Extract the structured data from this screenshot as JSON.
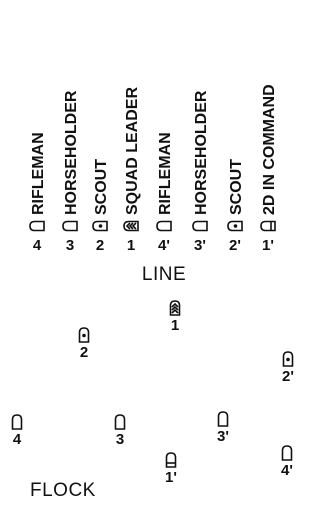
{
  "line": {
    "title": "LINE",
    "members": [
      {
        "num": "4",
        "label": "RIFLEMAN",
        "symbol": "rifleman"
      },
      {
        "num": "3",
        "label": "HORSEHOLDER",
        "symbol": "horseholder"
      },
      {
        "num": "2",
        "label": "SCOUT",
        "symbol": "scout"
      },
      {
        "num": "1",
        "label": "SQUAD LEADER",
        "symbol": "squad-leader"
      },
      {
        "num": "4'",
        "label": "RIFLEMAN",
        "symbol": "rifleman"
      },
      {
        "num": "3'",
        "label": "HORSEHOLDER",
        "symbol": "horseholder"
      },
      {
        "num": "2'",
        "label": "SCOUT",
        "symbol": "scout"
      },
      {
        "num": "1'",
        "label": "2D IN COMMAND",
        "symbol": "second-in-command"
      }
    ]
  },
  "flock": {
    "title": "FLOCK",
    "members": [
      {
        "num": "1",
        "symbol": "squad-leader"
      },
      {
        "num": "2",
        "symbol": "scout"
      },
      {
        "num": "2'",
        "symbol": "scout"
      },
      {
        "num": "4",
        "symbol": "rifleman"
      },
      {
        "num": "3",
        "symbol": "horseholder"
      },
      {
        "num": "3'",
        "symbol": "horseholder"
      },
      {
        "num": "1'",
        "symbol": "second-in-command"
      },
      {
        "num": "4'",
        "symbol": "rifleman"
      }
    ]
  }
}
